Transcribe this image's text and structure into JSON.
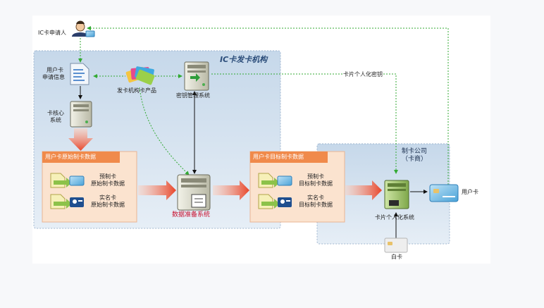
{
  "org": {
    "title": "IC卡发卡机构"
  },
  "maker": {
    "title_line1": "制卡公司",
    "title_line2": "（卡商）"
  },
  "applicant": {
    "label": "IC卡申请人"
  },
  "application_info": {
    "line1": "用户卡",
    "line2": "申请信息"
  },
  "card_products": {
    "label": "发卡机构卡产品"
  },
  "key_system": {
    "label": "密钥管理系统"
  },
  "key_link": {
    "label": "卡片个人化密钥"
  },
  "core_system": {
    "line1": "卡核心",
    "line2": "系统"
  },
  "raw_data": {
    "title": "用户卡原始制卡数据",
    "items": [
      {
        "line1": "预制卡",
        "line2": "原始制卡数据"
      },
      {
        "line1": "实名卡",
        "line2": "原始制卡数据"
      }
    ]
  },
  "prep_system": {
    "label": "数据准备系统"
  },
  "target_data": {
    "title": "用户卡目标制卡数据",
    "items": [
      {
        "line1": "预制卡",
        "line2": "目标制卡数据"
      },
      {
        "line1": "实名卡",
        "line2": "目标制卡数据"
      }
    ]
  },
  "perso_system": {
    "label": "卡片个人化系统"
  },
  "user_card": {
    "label": "用户卡"
  },
  "blank_card": {
    "label": "白卡"
  },
  "colors": {
    "panel_fill": "#d5e2ef",
    "panel_border": "#9fb6cf",
    "header_orange": "#f08a4b",
    "body_peach": "#fbe3cf",
    "flow_red": "#e8452a",
    "dotted_green": "#33aa33",
    "title_red": "#c8102e"
  }
}
